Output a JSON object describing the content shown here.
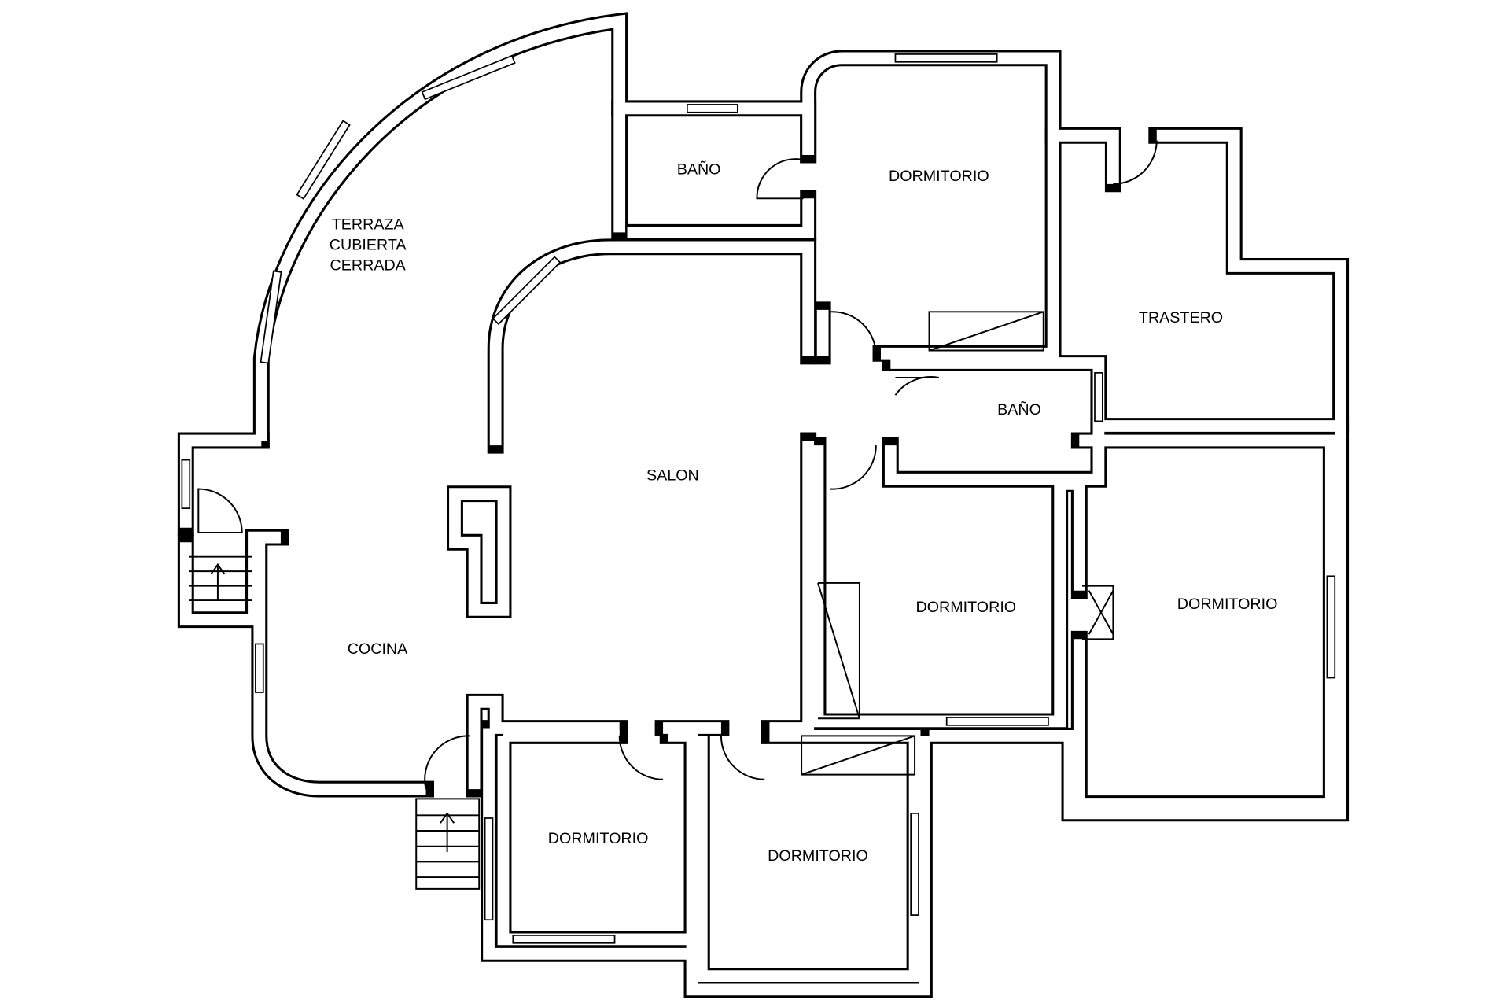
{
  "plan": {
    "rooms": {
      "terraza": [
        "TERRAZA",
        "CUBIERTA",
        "CERRADA"
      ],
      "bano_top": "BAÑO",
      "dormitorio_top": "DORMITORIO",
      "trastero": "TRASTERO",
      "bano_mid": "BAÑO",
      "salon": "SALON",
      "dormitorio_center": "DORMITORIO",
      "dormitorio_right": "DORMITORIO",
      "cocina": "COCINA",
      "dormitorio_bottom_left": "DORMITORIO",
      "dormitorio_bottom_mid": "DORMITORIO"
    }
  }
}
